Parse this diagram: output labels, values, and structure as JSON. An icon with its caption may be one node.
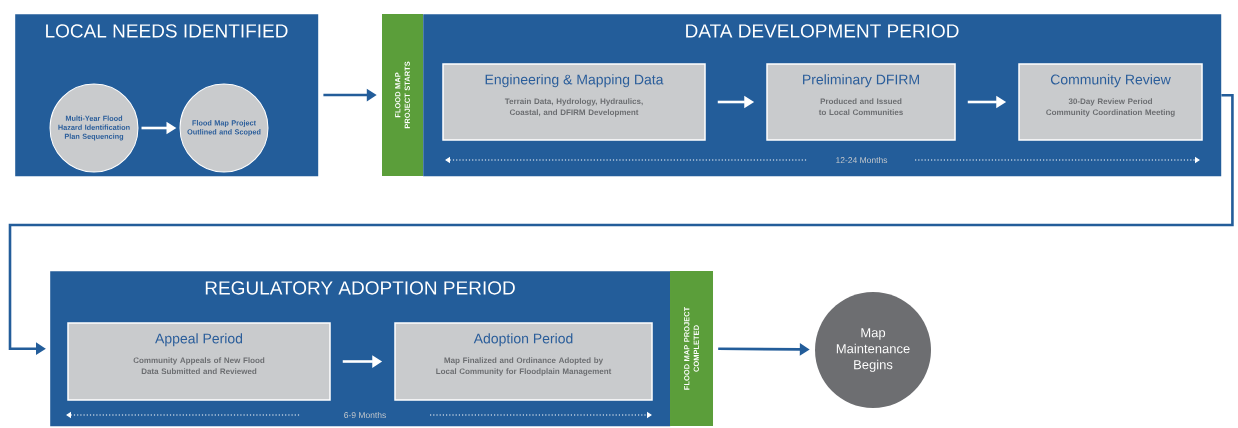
{
  "diagram": {
    "nodes": [
      {
        "text": [
          "LOCAL NEEDS IDENTIFIED"
        ]
      },
      {
        "text": [
          "Multi-Year Flood Hazard Identification Plan Sequencing"
        ],
        "in": 0
      },
      {
        "text": [
          "Flood Map Project Outlined and Scoped"
        ],
        "in": 0
      },
      {
        "text": [
          "FLOOD MAP PROJECT STARTS"
        ]
      },
      {
        "text": [
          "DATA DEVELOPMENT PERIOD"
        ]
      },
      {
        "text": [
          "Engineering & Mapping Data",
          "Terrain Data, Hydrology, Hydraulics, Coastal, and DFIRM Development"
        ],
        "in": 4
      },
      {
        "text": [
          "Preliminary DFIRM",
          "Produced and Issued to Local Communities"
        ],
        "in": 4
      },
      {
        "text": [
          "Community Review",
          "30-Day Review Period Community Coordination Meeting"
        ],
        "in": 4
      },
      {
        "text": [
          "REGULATORY ADOPTION PERIOD"
        ]
      },
      {
        "text": [
          "Appeal Period",
          "Community Appeals of New Flood Data Submitted and Reviewed"
        ],
        "in": 8
      },
      {
        "text": [
          "Adoption Period",
          "Map Finalized and Ordinance Adopted by Local Community for Floodplain Management"
        ],
        "in": 8
      },
      {
        "text": [
          "FLOOD MAP PROJECT COMPLETED"
        ]
      },
      {
        "text": [
          "Map Maintenance Begins"
        ]
      }
    ],
    "edges": [
      {
        "from": 1,
        "to": 2,
        "arrow": "to",
        "color": "#ffffff"
      },
      {
        "from": 0,
        "to": 3,
        "arrow": "to",
        "color": "#235d9a"
      },
      {
        "from": 5,
        "to": 6,
        "arrow": "to",
        "color": "#ffffff"
      },
      {
        "from": 6,
        "to": 7,
        "arrow": "to",
        "color": "#ffffff"
      },
      {
        "from": 4,
        "to": 8,
        "arrow": "to",
        "color": "#235d9a"
      },
      {
        "from": 9,
        "to": 10,
        "arrow": "to",
        "color": "#ffffff"
      },
      {
        "from": 11,
        "to": 12,
        "arrow": "to",
        "color": "#235d9a"
      }
    ],
    "labels": [
      "12-24 Months",
      "6-9 Months"
    ]
  }
}
